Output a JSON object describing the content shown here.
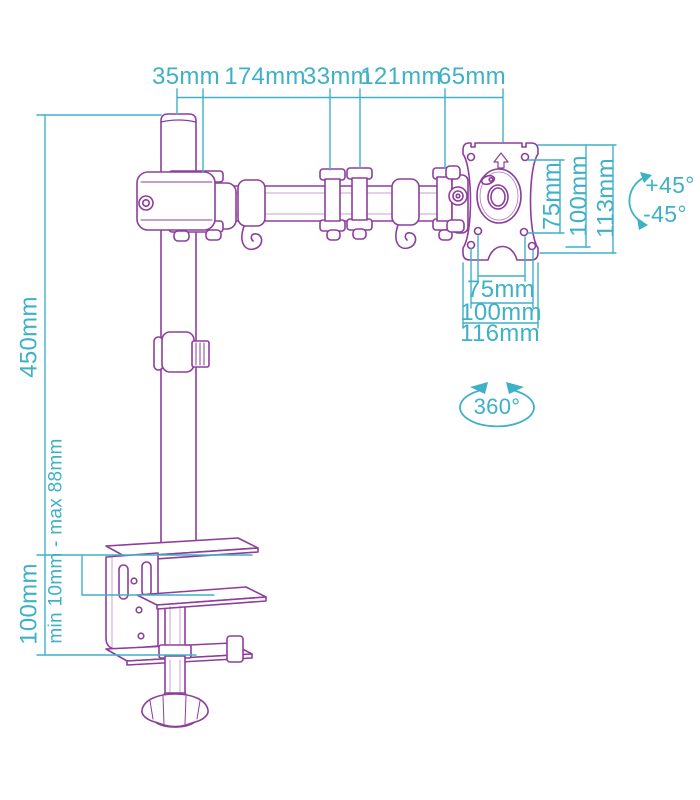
{
  "page": {
    "background": "#ffffff"
  },
  "colors": {
    "dimension": "#3fb1c7",
    "artwork": "#8d3e9c"
  },
  "labels": {
    "top": {
      "pole_width": "35mm",
      "arm_segment_1": "174mm",
      "mid_joint": "33mm",
      "arm_segment_2": "121mm",
      "head_offset": "65mm"
    },
    "left": {
      "pole_height": "450mm",
      "clamp_opening": "min 10mm - max 88mm",
      "clamp_height": "100mm"
    },
    "vesa_right": {
      "hole_spacing_v": "75mm",
      "pattern_v": "100mm",
      "plate_height": "113mm"
    },
    "vesa_bottom": {
      "hole_spacing_h": "75mm",
      "pattern_h": "100mm",
      "plate_width": "116mm"
    },
    "rotation": {
      "swivel": "360°",
      "tilt_up": "+45°",
      "tilt_down": "-45°"
    }
  }
}
